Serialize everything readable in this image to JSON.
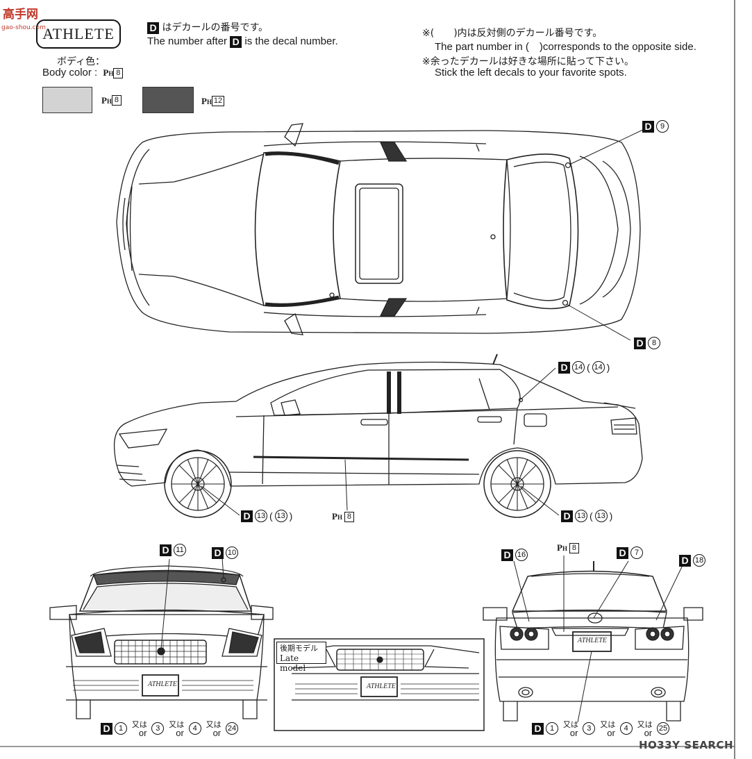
{
  "logo_text": "ATHLETE",
  "notes_left": {
    "jp": "はデカールの番号です。",
    "en_pre": "The number after",
    "en_post": "is the decal number.",
    "marker": "D"
  },
  "notes_right": {
    "line1_jp": "※(　　)内は反対側のデカール番号です。",
    "line1_en": "The part number in (　)corresponds to the opposite side.",
    "line2_jp": "※余ったデカールは好きな場所に貼って下さい。",
    "line2_en": "Stick the left decals to your favorite spots."
  },
  "body_color": {
    "label_jp": "ボディ色：",
    "label_en": "Body color :",
    "code": "8"
  },
  "swatches": [
    {
      "color": "#d3d3d3",
      "code": "8"
    },
    {
      "color": "#555555",
      "code": "12"
    }
  ],
  "paint_prefix": "P",
  "paint_sub": "H",
  "callouts": {
    "top_9": "9",
    "top_8": "8",
    "side_14": "14",
    "side_14_opp": "14",
    "side_13a": "13",
    "side_13a_opp": "13",
    "side_13b": "13",
    "side_13b_opp": "13",
    "side_ph": "8",
    "front_11": "11",
    "front_10": "10",
    "rear_16": "16",
    "rear_7": "7",
    "rear_18": "18",
    "rear_ph": "8"
  },
  "front_plate_options": {
    "n1": "1",
    "n2": "3",
    "n3": "4",
    "n4": "24",
    "jp_or": "又は",
    "en_or": "or"
  },
  "rear_plate_options": {
    "n1": "1",
    "n2": "3",
    "n3": "4",
    "n4": "25",
    "jp_or": "又は",
    "en_or": "or"
  },
  "late_model": {
    "jp": "後期モデル",
    "en": "Late model"
  },
  "plate_text": "ATHLETE",
  "watermark_top": {
    "line1": "高手网",
    "line2": "gao-shou.com"
  },
  "watermark_bottom": "HO33Y SEARCH"
}
